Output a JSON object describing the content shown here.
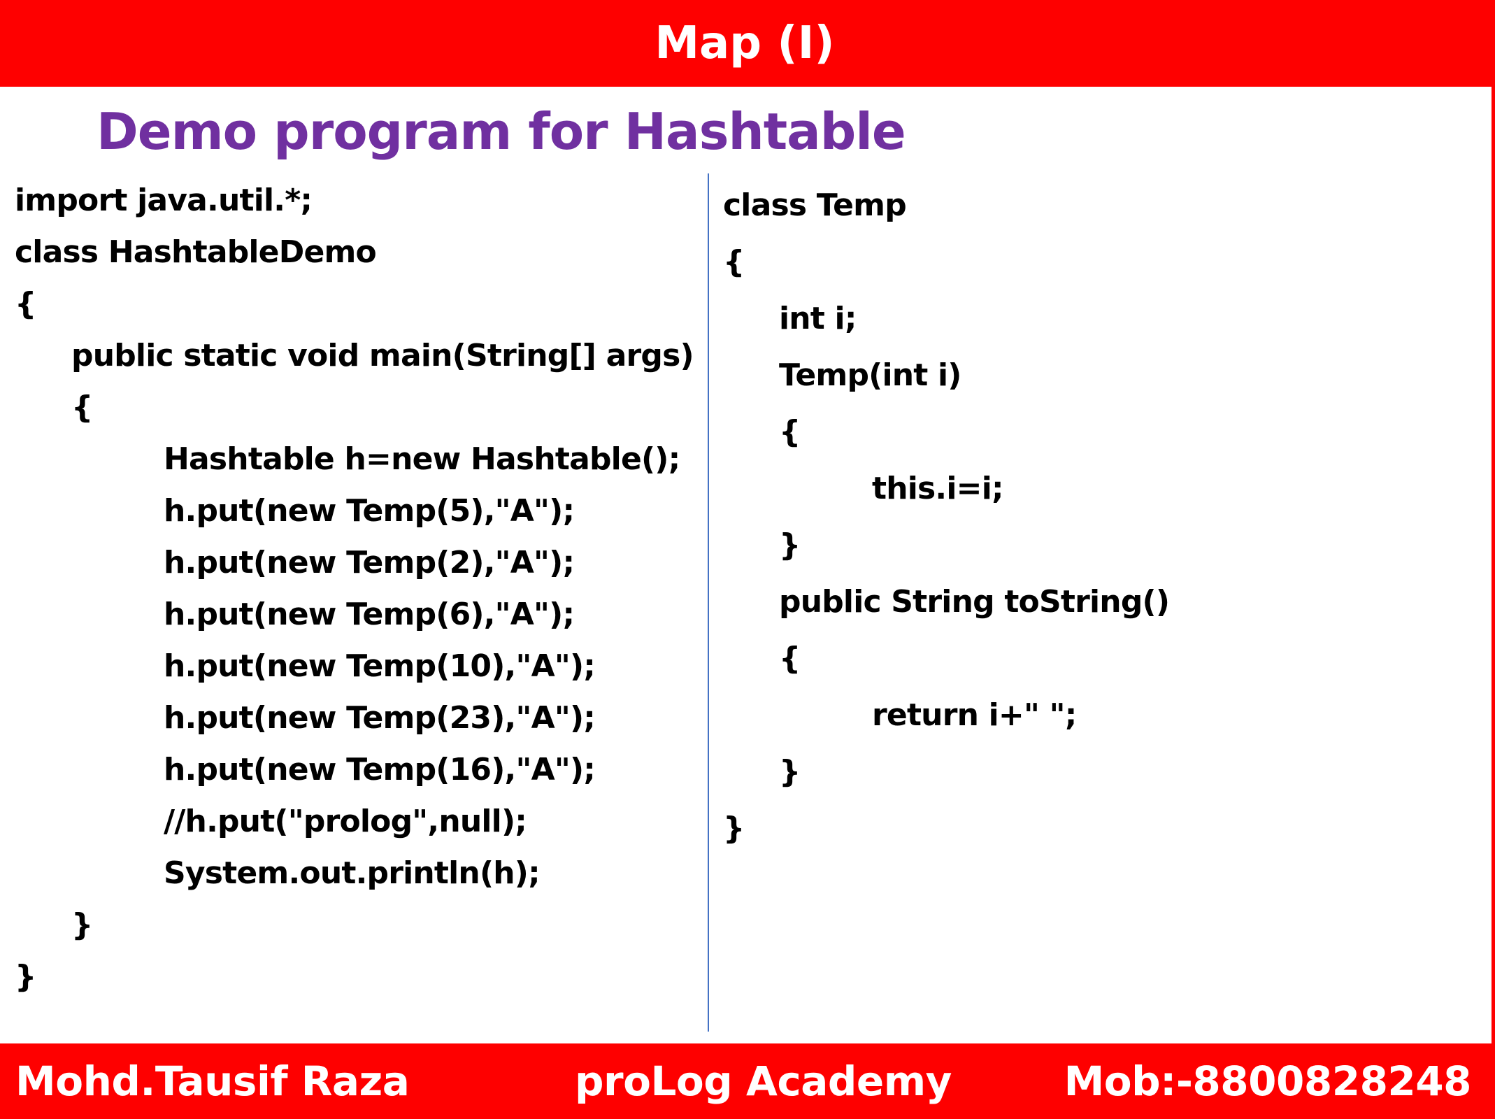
{
  "header": {
    "title": "Map (I)"
  },
  "subtitle": "Demo program for Hashtable",
  "left_code": [
    "import java.util.*;",
    "class HashtableDemo",
    "{",
    "public static void main(String[] args)",
    "{",
    "Hashtable h=new Hashtable();",
    "h.put(new Temp(5),\"A\");",
    "h.put(new Temp(2),\"A\");",
    "h.put(new Temp(6),\"A\");",
    "h.put(new Temp(10),\"A\");",
    "h.put(new Temp(23),\"A\");",
    "h.put(new Temp(16),\"A\");",
    "//h.put(\"prolog\",null);",
    "System.out.println(h);",
    "}",
    "}"
  ],
  "right_code": [
    "class Temp",
    "{",
    "int i;",
    "Temp(int i)",
    "{",
    "this.i=i;",
    "}",
    "public String toString()",
    "{",
    "return i+\" \";",
    "}",
    "}"
  ],
  "footer": {
    "author": "Mohd.Tausif Raza",
    "academy": "proLog Academy",
    "phone": "Mob:-8800828248"
  },
  "colors": {
    "header_bg": "#fe0000",
    "subtitle": "#7030a0",
    "divider": "#4472c4"
  }
}
